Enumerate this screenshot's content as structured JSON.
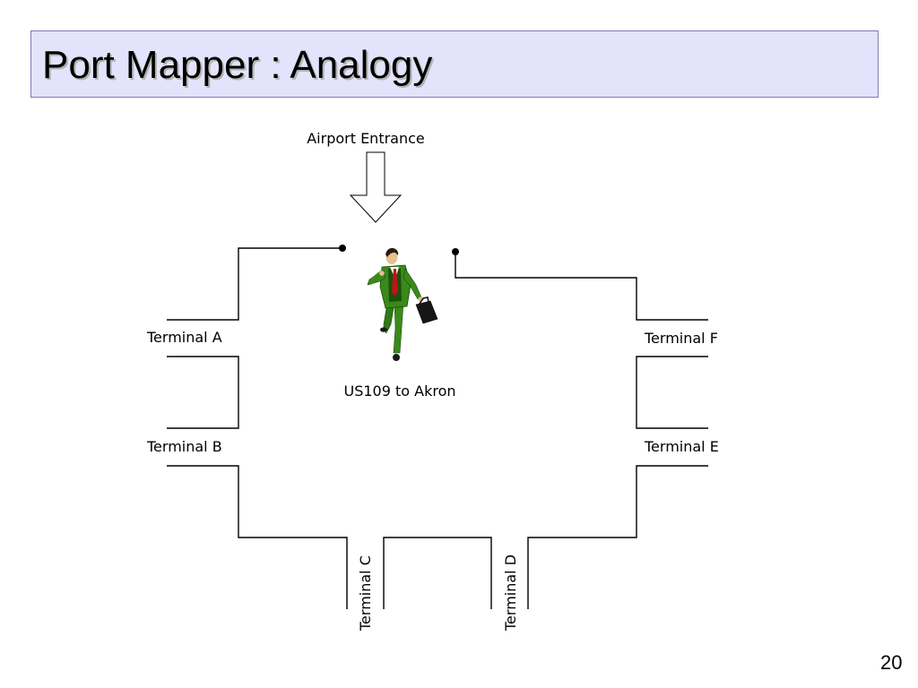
{
  "slide": {
    "title": "Port Mapper : Analogy",
    "page_number": "20"
  },
  "diagram": {
    "entrance_label": "Airport Entrance",
    "center_label": "US109 to Akron",
    "terminals": {
      "a": "Terminal A",
      "b": "Terminal B",
      "c": "Terminal C",
      "d": "Terminal D",
      "e": "Terminal E",
      "f": "Terminal F"
    },
    "person_icon": "running-businessman-icon"
  },
  "colors": {
    "title_background": "#e3e3fb",
    "title_border": "#7b7bb5",
    "suit": "#3a8a1a",
    "tie": "#c0141c"
  }
}
